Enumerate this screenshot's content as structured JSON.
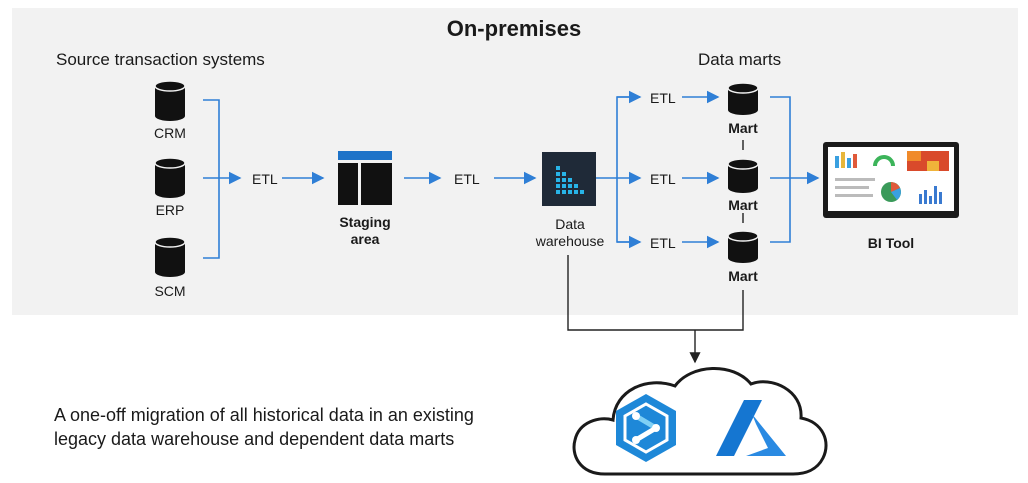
{
  "diagram": {
    "title": "On-premises",
    "sources_heading": "Source transaction systems",
    "sources": [
      "CRM",
      "ERP",
      "SCM"
    ],
    "etl_label": "ETL",
    "staging_label_line1": "Staging",
    "staging_label_line2": "area",
    "warehouse_label_line1": "Data",
    "warehouse_label_line2": "warehouse",
    "marts_heading": "Data marts",
    "mart_label": "Mart",
    "bi_label": "BI Tool",
    "caption_line1": "A one-off migration of all historical data in an existing",
    "caption_line2": "legacy data warehouse and dependent data marts",
    "icons": [
      "database-cylinder-icon",
      "staging-area-icon",
      "data-warehouse-icon",
      "bi-dashboard-icon",
      "cloud-icon",
      "synapse-analytics-icon",
      "azure-logo-icon"
    ],
    "colors": {
      "panel": "#f2f2f2",
      "arrow": "#2f7fd6",
      "staging": "#1e73c8",
      "warehouse": "#1f2a38",
      "warehouse_dots": "#28b4e8"
    }
  }
}
